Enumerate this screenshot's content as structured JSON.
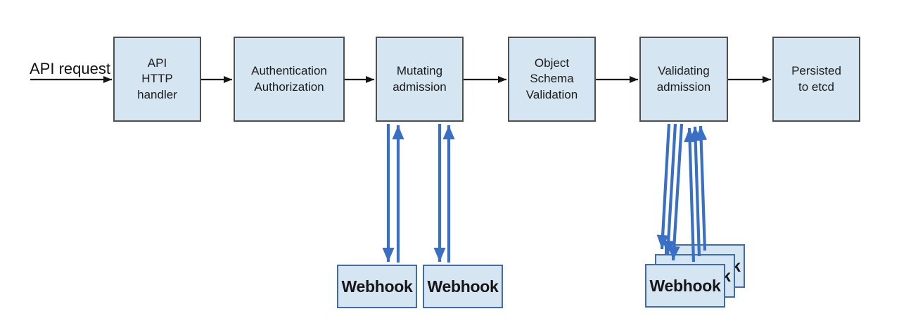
{
  "diagram": {
    "input_label": "API request",
    "pipeline": [
      {
        "label": "API\nHTTP\nhandler"
      },
      {
        "label": "Authentication\nAuthorization"
      },
      {
        "label": "Mutating\nadmission"
      },
      {
        "label": "Object\nSchema\nValidation"
      },
      {
        "label": "Validating\nadmission"
      },
      {
        "label": "Persisted\nto etcd"
      }
    ],
    "mutating_webhooks": [
      {
        "label": "Webhook"
      },
      {
        "label": "Webhook"
      }
    ],
    "validating_webhooks": [
      {
        "label": "Webhook"
      },
      {
        "label": "Webhook"
      },
      {
        "label": "Webhook"
      }
    ],
    "colors": {
      "box_fill": "#d6e5f2",
      "box_border": "#4f4f4f",
      "webhook_border": "#3d6cb4",
      "arrow_blue": "#3a6fc6",
      "arrow_black": "#141414"
    }
  }
}
